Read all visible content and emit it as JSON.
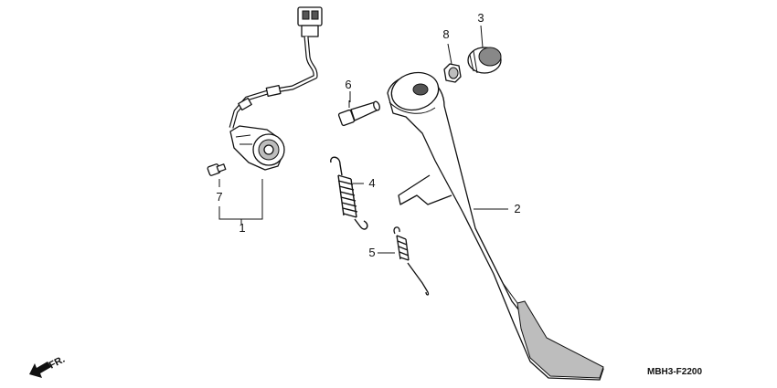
{
  "callouts": {
    "c1": "1",
    "c2": "2",
    "c3": "3",
    "c4": "4",
    "c5": "5",
    "c6": "6",
    "c7": "7",
    "c8": "8"
  },
  "diagram_code": "MBH3-F2200",
  "direction_label": "FR.",
  "icons": {
    "direction": "front-direction-arrow-icon"
  }
}
